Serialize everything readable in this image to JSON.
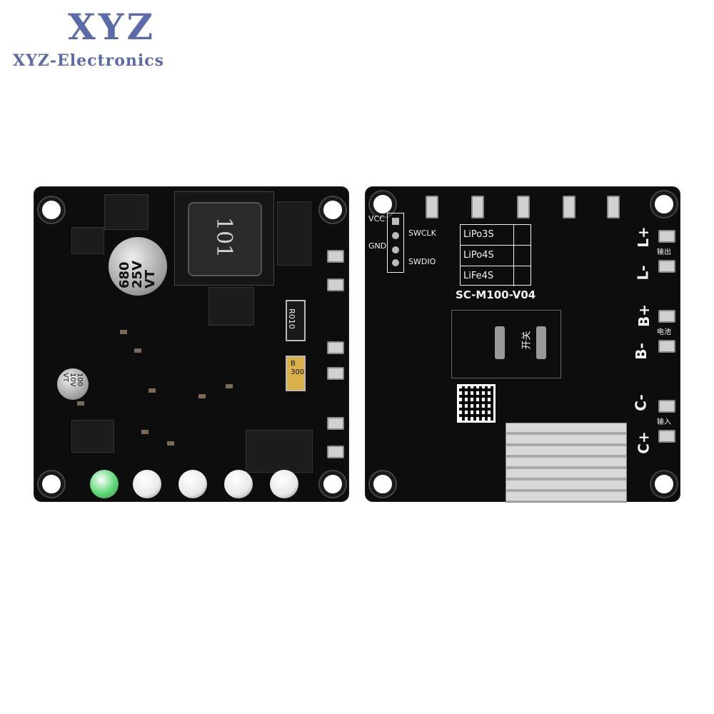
{
  "brand": {
    "logo": "XYZ",
    "name": "XYZ-Electronics"
  },
  "front_board": {
    "inductor_label": "101",
    "cap_large": {
      "line1": "680",
      "line2": "25V",
      "line3": "VT"
    },
    "cap_small": {
      "line1": "100",
      "line2": "10V",
      "line3": "VT"
    },
    "resistor_r010": "R010",
    "resistor_300": {
      "line1": "B",
      "line2": "300"
    },
    "led_colors": [
      "#4fd46a",
      "#e8e8e8",
      "#e8e8e8",
      "#e8e8e8",
      "#e8e8e8"
    ]
  },
  "back_board": {
    "header_pins": {
      "vcc": "VCC",
      "gnd": "GND",
      "swclk": "SWCLK",
      "swdio": "SWDIO"
    },
    "modes": [
      "LiPo3S",
      "LiPo4S",
      "LiFe4S"
    ],
    "model": "SC-M100-V04",
    "switch_label": "开关",
    "terminals": {
      "l_plus": "L+",
      "l_minus": "L-",
      "output": "输出",
      "b_plus": "B+",
      "b_minus": "B-",
      "battery": "电池",
      "c_minus": "C-",
      "c_plus": "C+",
      "input": "输入"
    }
  },
  "colors": {
    "brand": "#5b6aa8",
    "pcb": "#0d0d0d",
    "silkscreen": "#f2f2f2"
  }
}
